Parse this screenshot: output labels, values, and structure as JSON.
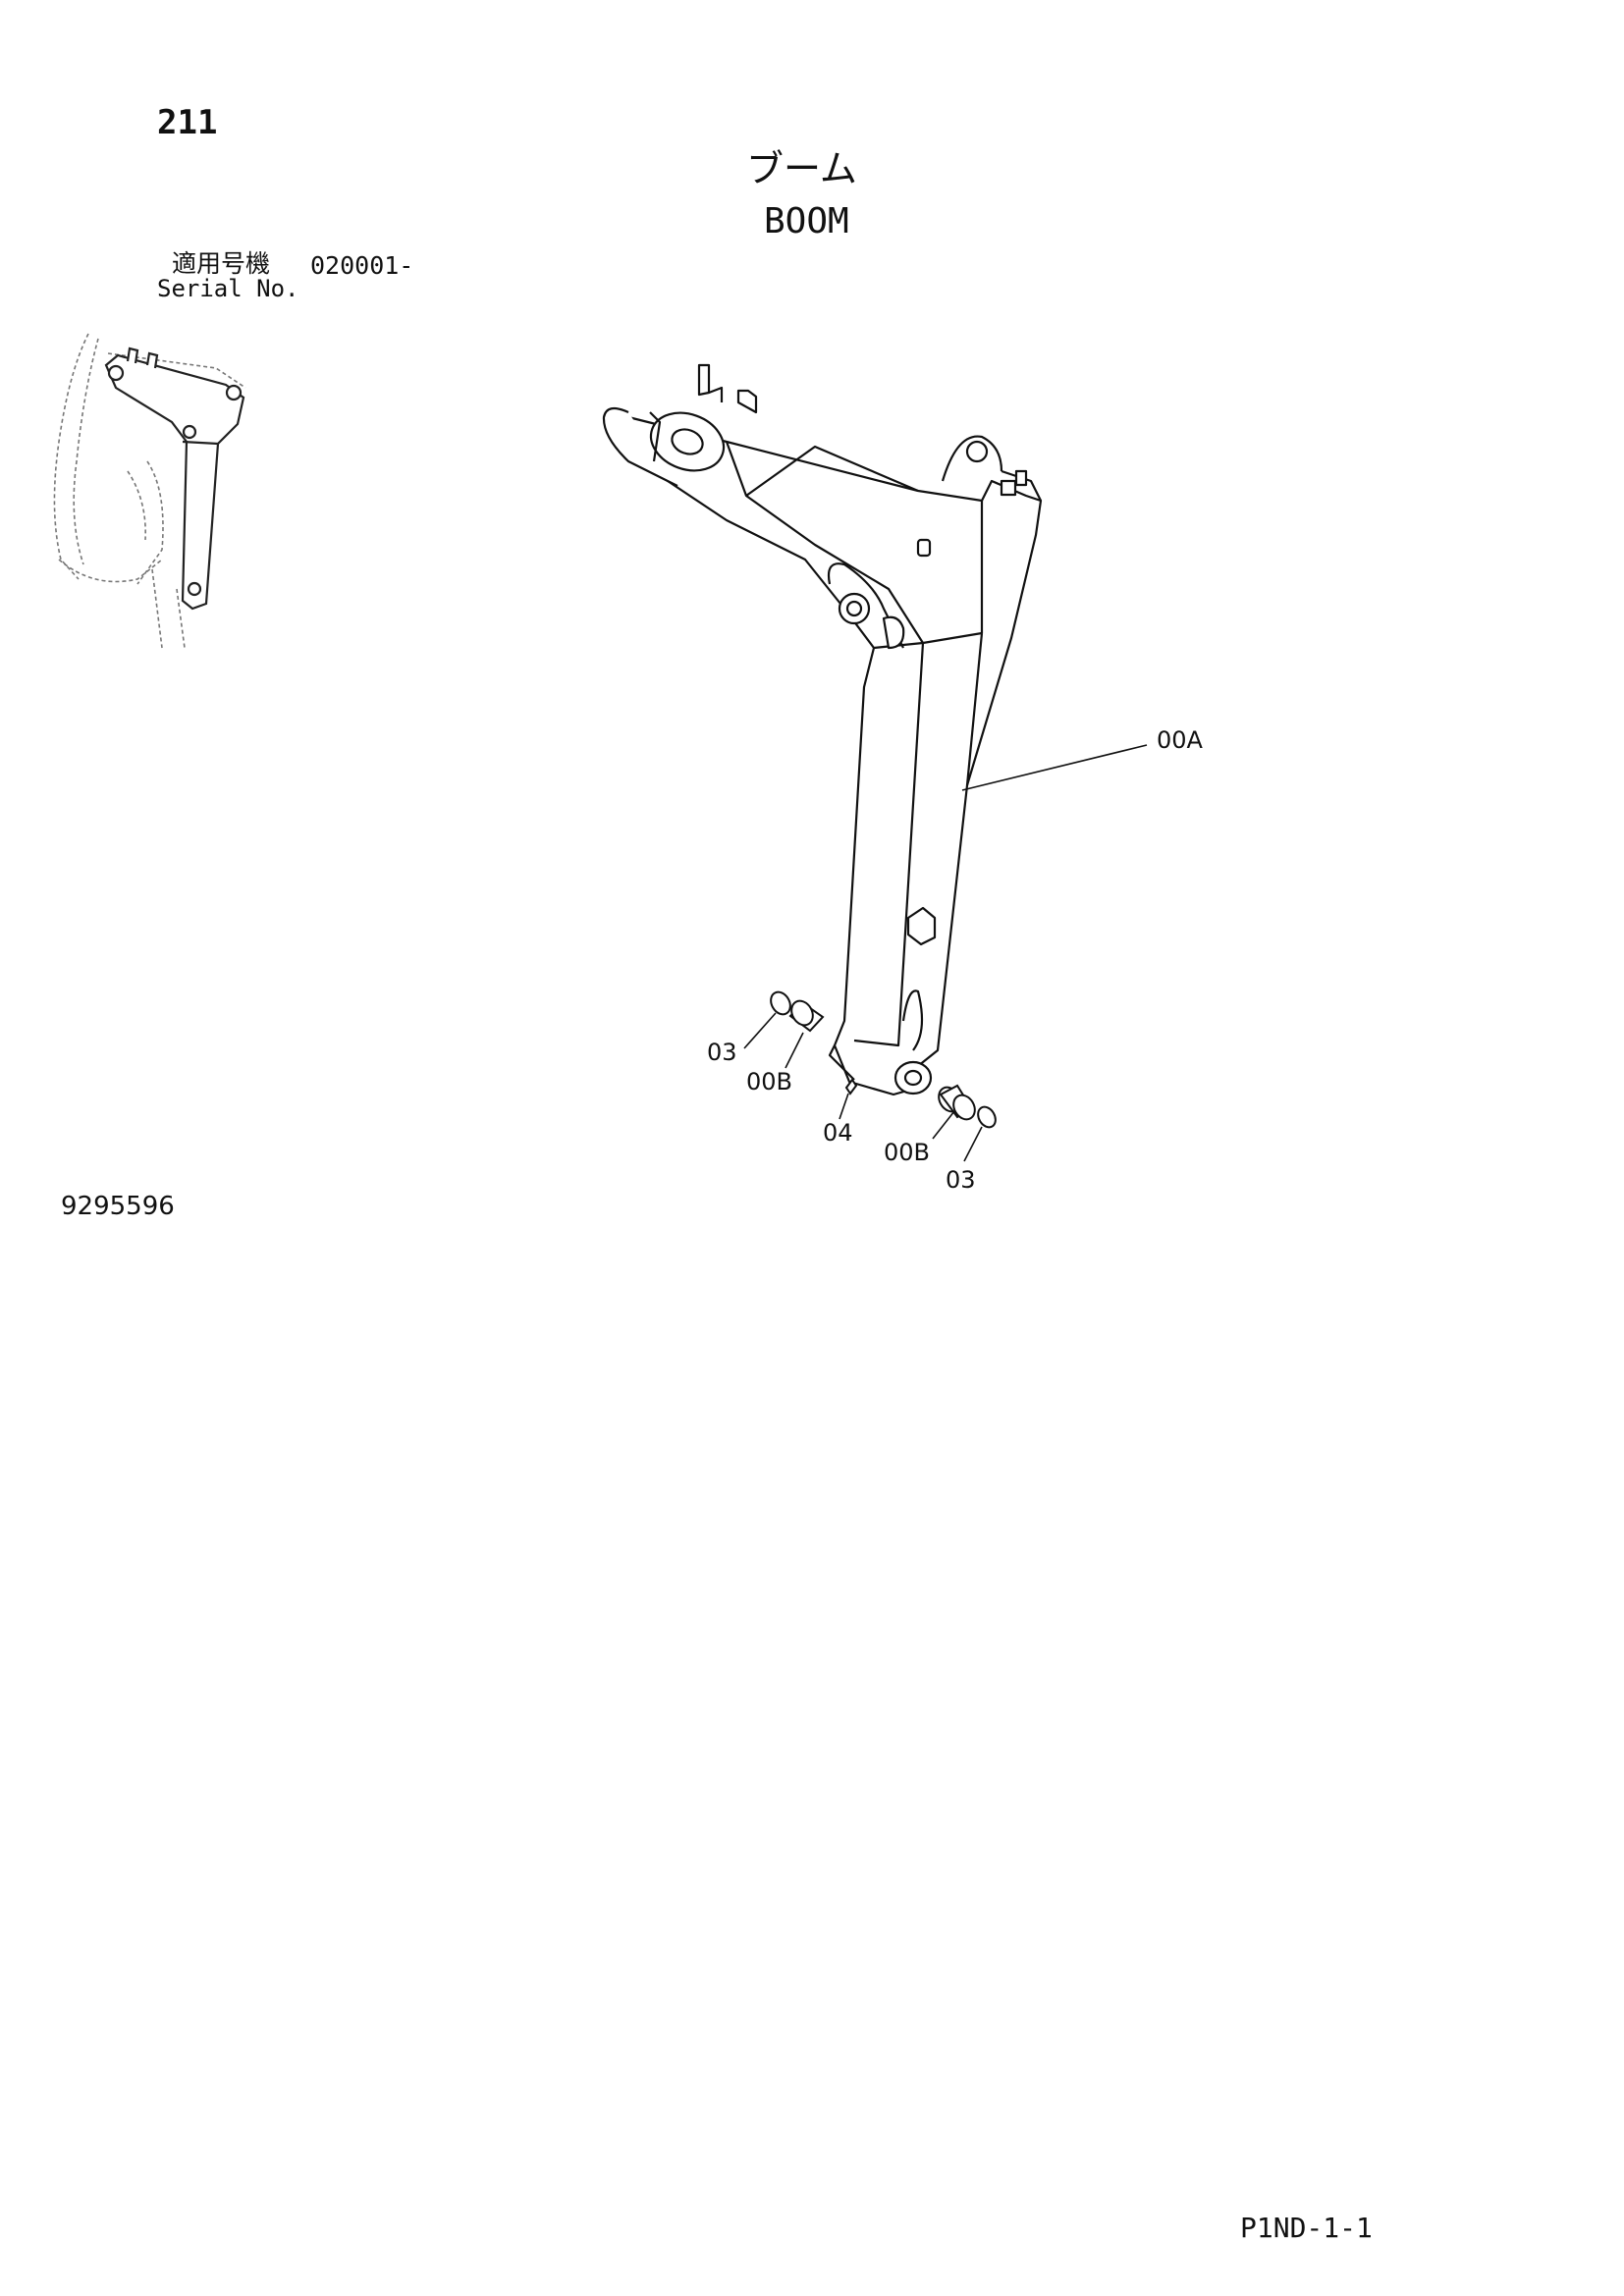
{
  "header": {
    "page_number": "211",
    "title_jp": "ブーム",
    "title_en": "BOOM",
    "serial_label_jp": "適用号機",
    "serial_value": "020001-",
    "serial_label_en": "Serial No."
  },
  "callouts": [
    "00A",
    "03",
    "00B",
    "04",
    "00B",
    "03"
  ],
  "footer": {
    "drawing_number": "9295596",
    "page_code": "P1ND-1-1"
  }
}
